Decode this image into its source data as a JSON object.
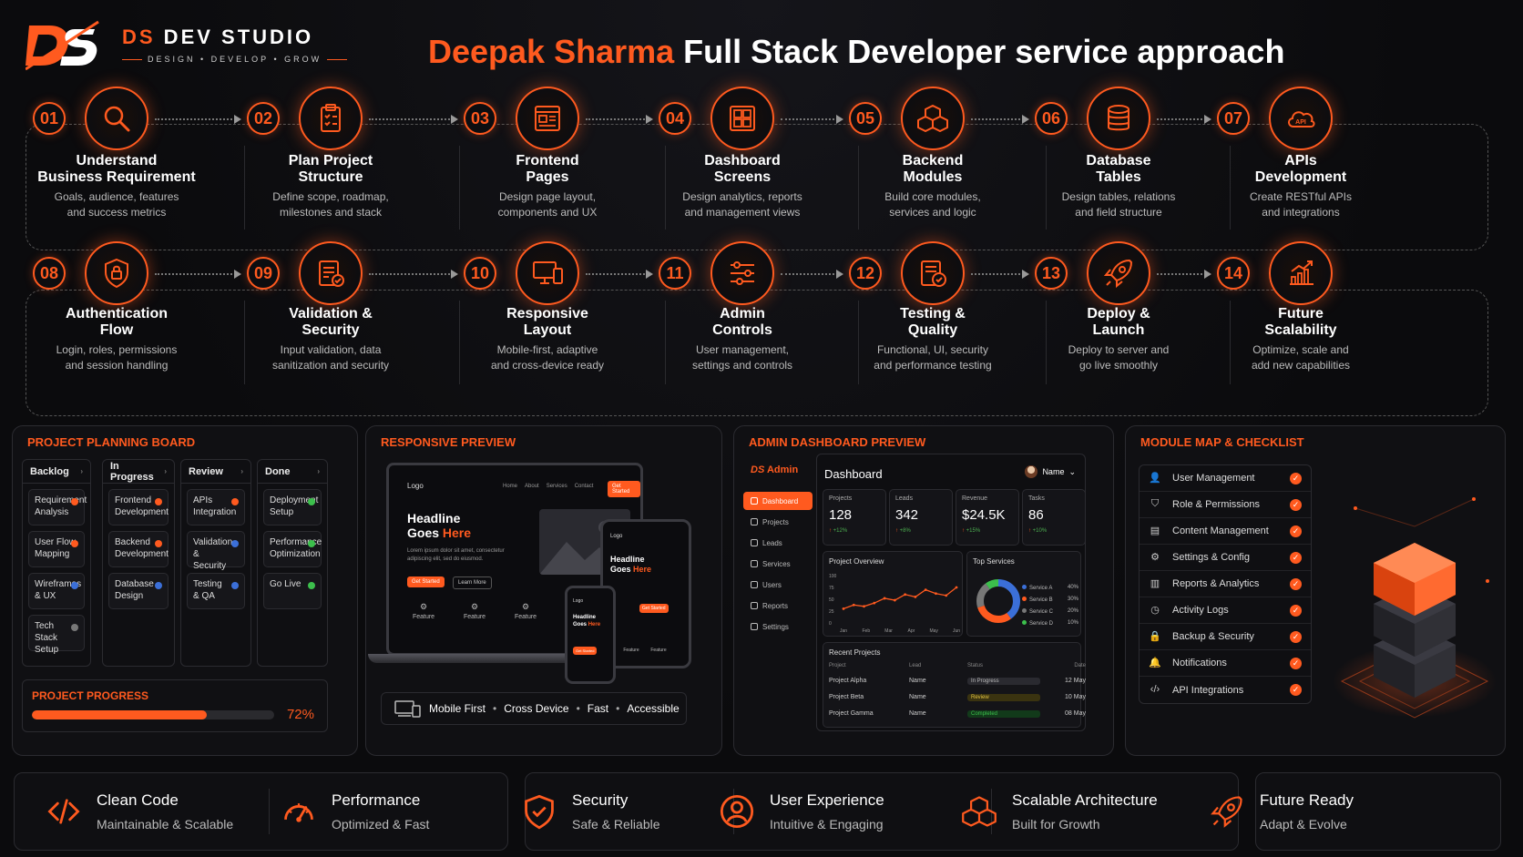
{
  "brand": {
    "logo_text": "DS",
    "name_prefix": "DS",
    "name_rest": " DEV STUDIO",
    "tagline": "DESIGN • DEVELOP • GROW"
  },
  "title": {
    "highlight": "Deepak Sharma",
    "rest": " Full Stack Developer service approach"
  },
  "steps": [
    {
      "num": "01",
      "title1": "Understand",
      "title2": "Business Requirement",
      "desc1": "Goals, audience, features",
      "desc2": "and success metrics",
      "icon": "search-icon"
    },
    {
      "num": "02",
      "title1": "Plan Project",
      "title2": "Structure",
      "desc1": "Define scope, roadmap,",
      "desc2": "milestones and stack",
      "icon": "clipboard-icon"
    },
    {
      "num": "03",
      "title1": "Frontend",
      "title2": "Pages",
      "desc1": "Design page layout,",
      "desc2": "components and UX",
      "icon": "page-layout-icon"
    },
    {
      "num": "04",
      "title1": "Dashboard",
      "title2": "Screens",
      "desc1": "Design analytics, reports",
      "desc2": "and management views",
      "icon": "dashboard-grid-icon"
    },
    {
      "num": "05",
      "title1": "Backend",
      "title2": "Modules",
      "desc1": "Build core modules,",
      "desc2": "services and logic",
      "icon": "cubes-icon"
    },
    {
      "num": "06",
      "title1": "Database",
      "title2": "Tables",
      "desc1": "Design tables, relations",
      "desc2": "and field structure",
      "icon": "database-icon"
    },
    {
      "num": "07",
      "title1": "APIs",
      "title2": "Development",
      "desc1": "Create RESTful APIs",
      "desc2": "and integrations",
      "icon": "api-cloud-icon",
      "api_label": "API"
    },
    {
      "num": "08",
      "title1": "Authentication",
      "title2": "Flow",
      "desc1": "Login, roles, permissions",
      "desc2": "and session handling",
      "icon": "shield-lock-icon"
    },
    {
      "num": "09",
      "title1": "Validation &",
      "title2": "Security",
      "desc1": "Input validation, data",
      "desc2": "sanitization and security",
      "icon": "checklist-icon"
    },
    {
      "num": "10",
      "title1": "Responsive",
      "title2": "Layout",
      "desc1": "Mobile-first, adaptive",
      "desc2": "and cross-device ready",
      "icon": "devices-icon"
    },
    {
      "num": "11",
      "title1": "Admin",
      "title2": "Controls",
      "desc1": "User management,",
      "desc2": "settings and controls",
      "icon": "sliders-icon"
    },
    {
      "num": "12",
      "title1": "Testing &",
      "title2": "Quality",
      "desc1": "Functional, UI, security",
      "desc2": "and performance testing",
      "icon": "test-report-icon"
    },
    {
      "num": "13",
      "title1": "Deploy &",
      "title2": "Launch",
      "desc1": "Deploy to server and",
      "desc2": "go live smoothly",
      "icon": "rocket-icon"
    },
    {
      "num": "14",
      "title1": "Future",
      "title2": "Scalability",
      "desc1": "Optimize, scale and",
      "desc2": "add new capabilities",
      "icon": "growth-chart-icon"
    }
  ],
  "board": {
    "title": "PROJECT PLANNING BOARD",
    "columns": [
      {
        "name": "Backlog",
        "cards": [
          {
            "l1": "Requirement",
            "l2": "Analysis",
            "status": "#ff5a1f"
          },
          {
            "l1": "User Flow",
            "l2": "Mapping",
            "status": "#ff5a1f"
          },
          {
            "l1": "Wireframes",
            "l2": "& UX",
            "status": "#3b6fd8"
          },
          {
            "l1": "Tech Stack",
            "l2": "Setup",
            "status": "#777777"
          }
        ]
      },
      {
        "name": "In Progress",
        "cards": [
          {
            "l1": "Frontend",
            "l2": "Development",
            "status": "#ff5a1f"
          },
          {
            "l1": "Backend",
            "l2": "Development",
            "status": "#ff5a1f"
          },
          {
            "l1": "Database",
            "l2": "Design",
            "status": "#3b6fd8"
          }
        ]
      },
      {
        "name": "Review",
        "cards": [
          {
            "l1": "APIs",
            "l2": "Integration",
            "status": "#ff5a1f"
          },
          {
            "l1": "Validation &",
            "l2": "Security",
            "status": "#3b6fd8"
          },
          {
            "l1": "Testing",
            "l2": "& QA",
            "status": "#3b6fd8"
          }
        ]
      },
      {
        "name": "Done",
        "cards": [
          {
            "l1": "Deployment",
            "l2": "Setup",
            "status": "#3cbf4c"
          },
          {
            "l1": "Performance",
            "l2": "Optimization",
            "status": "#3cbf4c"
          },
          {
            "l1": "Go Live",
            "l2": "",
            "status": "#3cbf4c"
          }
        ]
      }
    ],
    "progress_label": "PROJECT PROGRESS",
    "progress": 72,
    "progress_text": "72%"
  },
  "responsive": {
    "title": "RESPONSIVE PREVIEW",
    "logo": "Logo",
    "links": [
      "Home",
      "About",
      "Services",
      "Contact"
    ],
    "cta": "Get Started",
    "headline1": "Headline",
    "headline2a": "Goes ",
    "headline2b": "Here",
    "lorem1": "Lorem ipsum dolor sit amet, consectetur",
    "lorem2": "adipiscing elit, sed do eiusmod.",
    "btn_primary": "Get Started",
    "btn_secondary": "Learn More",
    "feature": "Feature",
    "pills": [
      "Mobile First",
      "Cross Device",
      "Fast",
      "Accessible"
    ]
  },
  "admin": {
    "title": "ADMIN DASHBOARD PREVIEW",
    "brand": "Admin",
    "nav": [
      "Dashboard",
      "Projects",
      "Leads",
      "Services",
      "Users",
      "Reports",
      "Settings"
    ],
    "heading": "Dashboard",
    "user": "Name",
    "kpis": [
      {
        "label": "Projects",
        "value": "128",
        "delta": "+12%"
      },
      {
        "label": "Leads",
        "value": "342",
        "delta": "+8%"
      },
      {
        "label": "Revenue",
        "value": "$24.5K",
        "delta": "+15%"
      },
      {
        "label": "Tasks",
        "value": "86",
        "delta": "+10%"
      }
    ],
    "overview_title": "Project Overview",
    "top_services_title": "Top Services",
    "recent_title": "Recent Projects",
    "recent_headers": [
      "Project",
      "Lead",
      "Status",
      "Date"
    ],
    "recent_rows": [
      {
        "project": "Project Alpha",
        "lead": "Name",
        "status": "In Progress",
        "date": "12 May"
      },
      {
        "project": "Project Beta",
        "lead": "Name",
        "status": "Review",
        "date": "10 May"
      },
      {
        "project": "Project Gamma",
        "lead": "Name",
        "status": "Completed",
        "date": "08 May"
      }
    ]
  },
  "chart_data": [
    {
      "type": "line",
      "title": "Project Overview",
      "x": [
        "Jan",
        "Feb",
        "Mar",
        "Apr",
        "May",
        "Jun"
      ],
      "y_ticks": [
        "100",
        "75",
        "50",
        "25",
        "0"
      ],
      "ylim": [
        0,
        100
      ],
      "values": [
        30,
        38,
        35,
        42,
        52,
        48,
        60,
        55,
        70,
        62,
        58,
        75
      ],
      "grid": false
    },
    {
      "type": "pie",
      "title": "Top Services",
      "categories": [
        "Service A",
        "Service B",
        "Service C",
        "Service D"
      ],
      "labels": [
        "40%",
        "30%",
        "20%",
        "10%"
      ],
      "values": [
        40,
        30,
        20,
        10
      ],
      "colors": [
        "#3b6fd8",
        "#ff5a1f",
        "#777777",
        "#3cbf4c"
      ],
      "legend": "right"
    }
  ],
  "checklist": {
    "title": "MODULE MAP & CHECKLIST",
    "items": [
      {
        "label": "User Management",
        "icon": "user-icon"
      },
      {
        "label": "Role & Permissions",
        "icon": "shield-icon"
      },
      {
        "label": "Content Management",
        "icon": "document-icon"
      },
      {
        "label": "Settings & Config",
        "icon": "gear-icon"
      },
      {
        "label": "Reports & Analytics",
        "icon": "bar-chart-icon"
      },
      {
        "label": "Activity Logs",
        "icon": "clock-icon"
      },
      {
        "label": "Backup & Security",
        "icon": "lock-icon"
      },
      {
        "label": "Notifications",
        "icon": "bell-icon"
      },
      {
        "label": "API Integrations",
        "icon": "code-icon"
      }
    ]
  },
  "footer": [
    {
      "title": "Clean Code",
      "sub": "Maintainable & Scalable",
      "icon": "code-icon"
    },
    {
      "title": "Performance",
      "sub": "Optimized & Fast",
      "icon": "speedometer-icon"
    },
    {
      "title": "Security",
      "sub": "Safe & Reliable",
      "icon": "shield-check-icon"
    },
    {
      "title": "User Experience",
      "sub": "Intuitive & Engaging",
      "icon": "user-circle-icon"
    },
    {
      "title": "Scalable Architecture",
      "sub": "Built for Growth",
      "icon": "cubes-icon"
    },
    {
      "title": "Future Ready",
      "sub": "Adapt & Evolve",
      "icon": "rocket-icon"
    }
  ],
  "colors": {
    "accent": "#ff5a1f",
    "background": "#0b0b0d",
    "panel": "#101013",
    "border": "#2b2b30"
  }
}
